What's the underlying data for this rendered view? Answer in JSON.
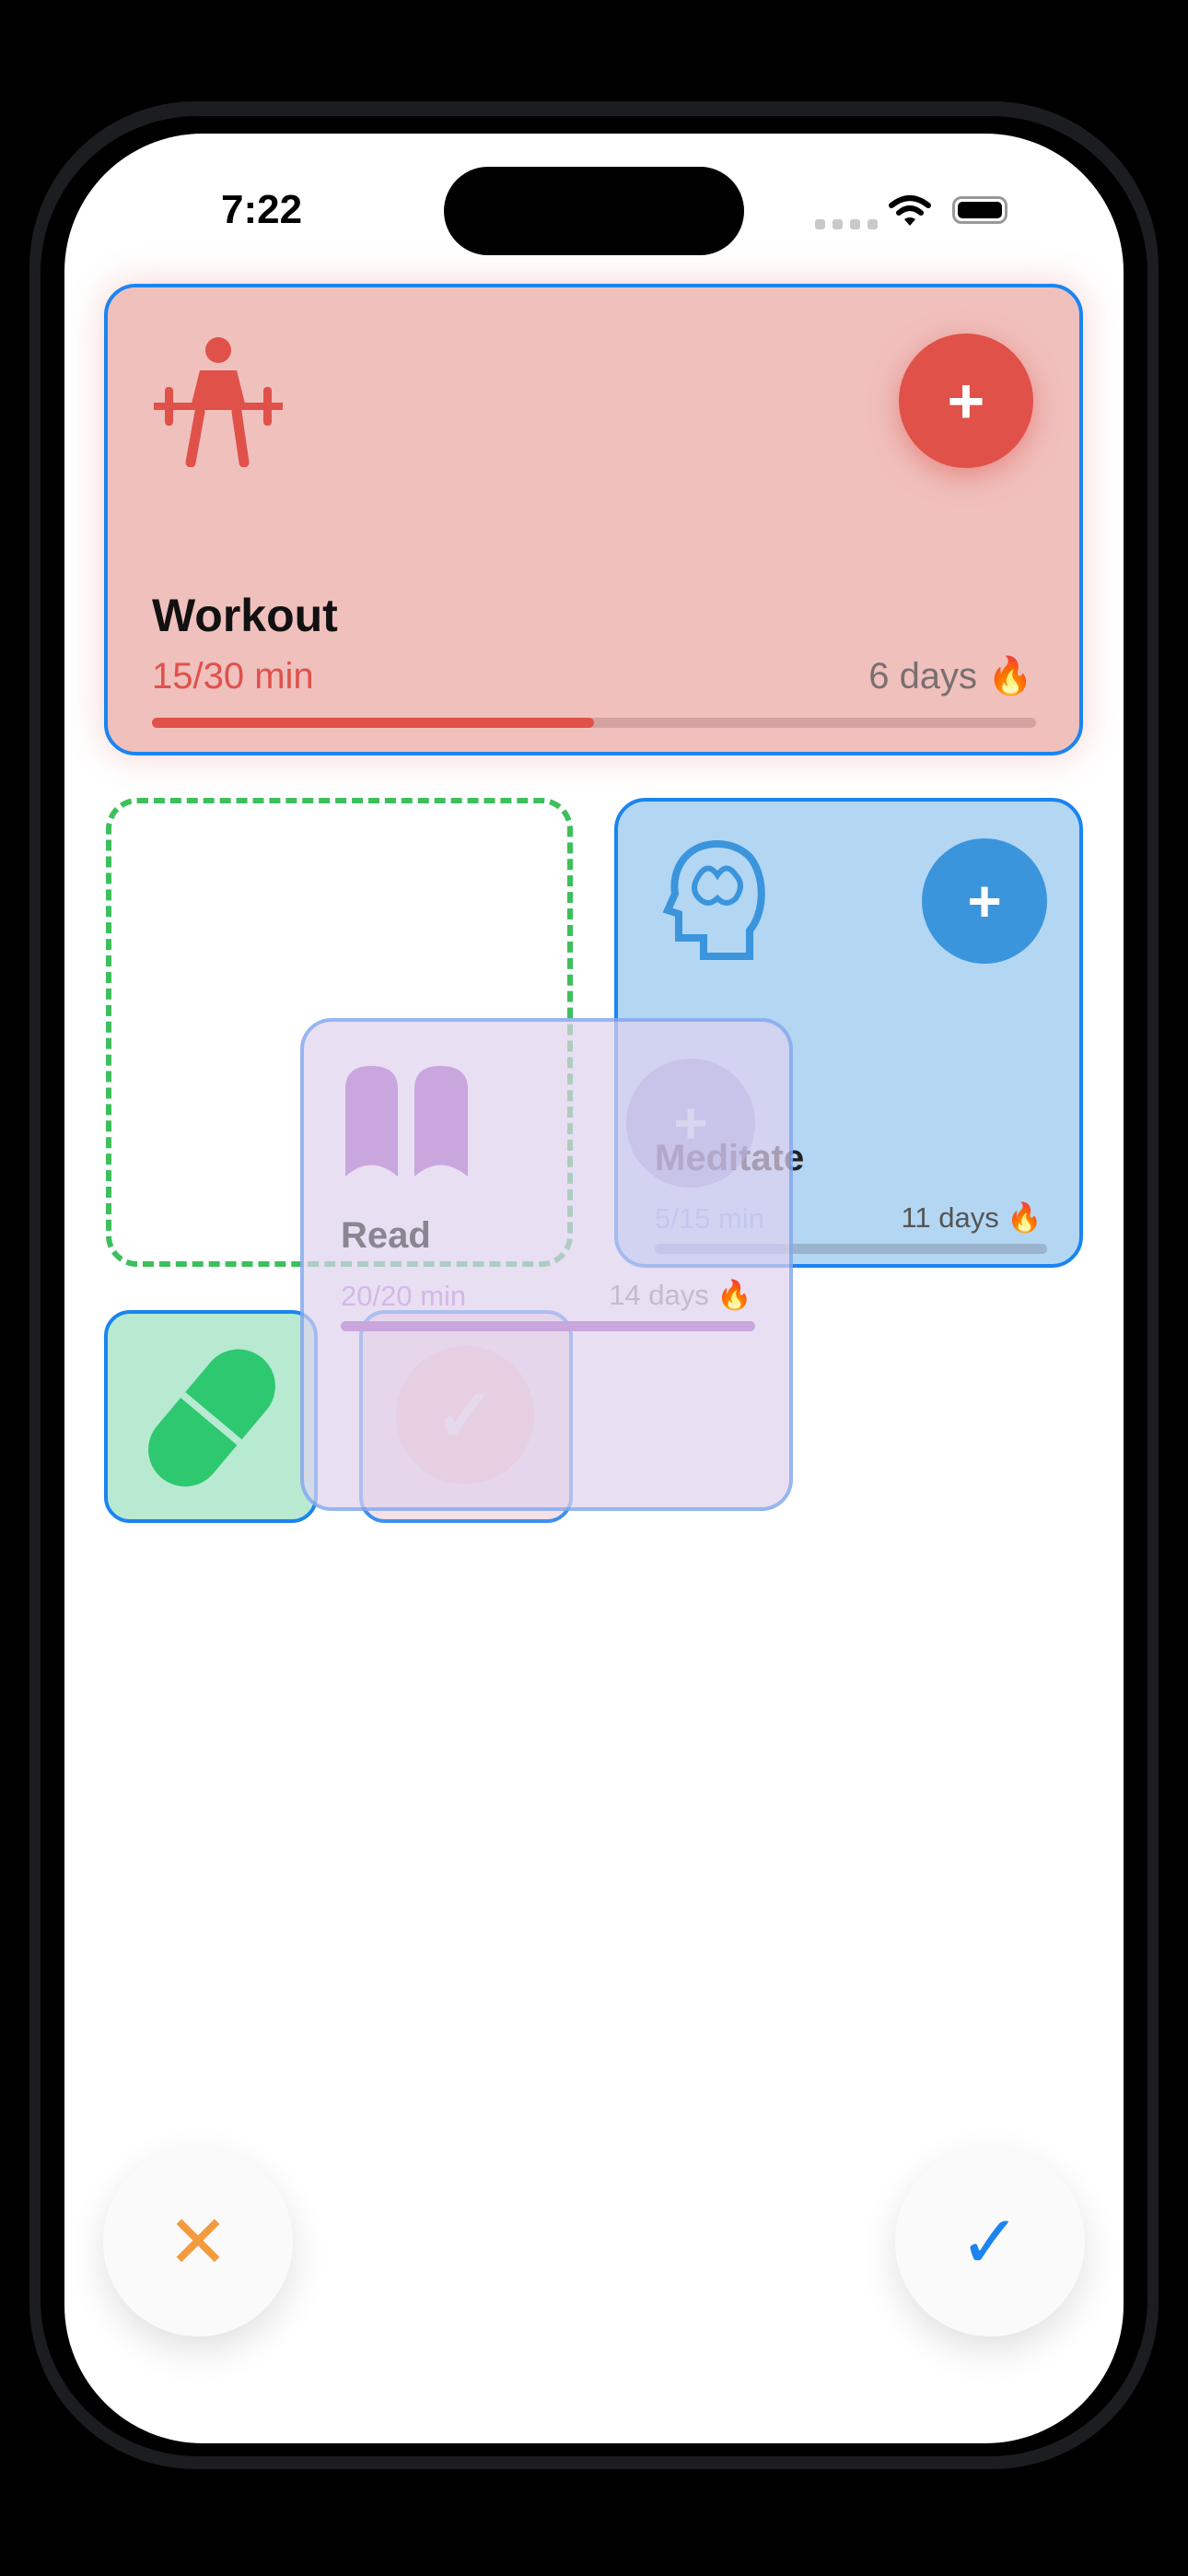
{
  "status_bar": {
    "time": "7:22"
  },
  "colors": {
    "workout": "#e0514a",
    "meditate": "#3a95dc",
    "read": "#c9a6dd",
    "pill": "#2ec870",
    "cancel": "#f59a3e",
    "confirm": "#1b84f0",
    "edit_border": "#1b84f0"
  },
  "habits": [
    {
      "name": "Workout",
      "progress": "15/30 min",
      "streak": "6 days",
      "streak_icon": "🔥",
      "icon": "weightlifting-icon",
      "action": "+",
      "percent": 50
    },
    {
      "name": "Meditate",
      "progress": "5/15 min",
      "streak": "11 days",
      "streak_icon": "🔥",
      "icon": "brain-head-icon",
      "action": "+",
      "percent": 33
    },
    {
      "name": "Read",
      "progress": "20/20 min",
      "streak": "14 days",
      "streak_icon": "🔥",
      "icon": "book-icon",
      "action": "+",
      "percent": 100
    },
    {
      "name": "Medication",
      "icon": "pill-icon"
    },
    {
      "name": "",
      "icon": "checkmark-icon",
      "action": "✓"
    }
  ],
  "footer": {
    "cancel_icon": "✕",
    "confirm_icon": "✓"
  }
}
